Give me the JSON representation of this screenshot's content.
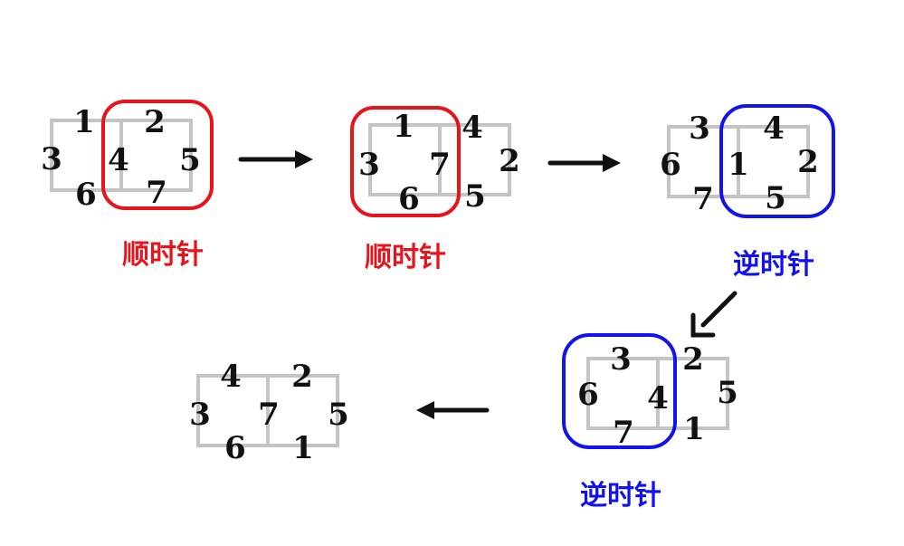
{
  "colors": {
    "clockwise": "#e8141c",
    "counterclockwise": "#1212ee",
    "square": "#c4c4c4",
    "text": "#111111"
  },
  "labels": {
    "clockwise": "顺时针",
    "counterclockwise": "逆时针"
  },
  "steps": [
    {
      "id": "s1",
      "numbers": [
        "1",
        "3",
        "6",
        "2",
        "4",
        "5",
        "7"
      ],
      "rotation": "clockwise"
    },
    {
      "id": "s2",
      "numbers": [
        "1",
        "3",
        "6",
        "7",
        "4",
        "2",
        "5"
      ],
      "rotation": "clockwise"
    },
    {
      "id": "s3",
      "numbers": [
        "3",
        "6",
        "7",
        "4",
        "1",
        "2",
        "5"
      ],
      "rotation": "counterclockwise"
    },
    {
      "id": "s4",
      "numbers": [
        "3",
        "6",
        "7",
        "4",
        "2",
        "5",
        "1"
      ],
      "rotation": "counterclockwise"
    },
    {
      "id": "s5",
      "numbers": [
        "4",
        "3",
        "6",
        "7",
        "2",
        "5",
        "1"
      ]
    }
  ]
}
